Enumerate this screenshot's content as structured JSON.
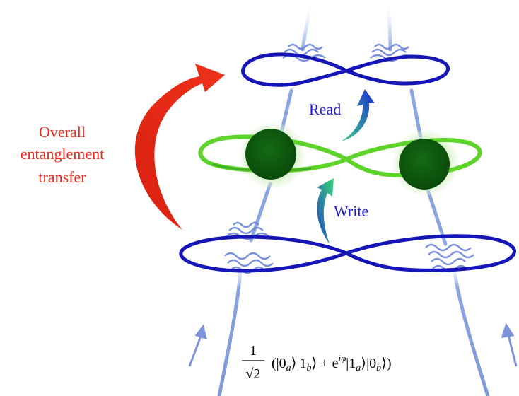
{
  "labels": {
    "overall_line1": "Overall",
    "overall_line2": "entanglement",
    "overall_line3": "transfer",
    "read": "Read",
    "write": "Write"
  },
  "formula": {
    "prefactor_numerator": "1",
    "prefactor_denominator": "√2",
    "state": "(|0a⟩|1b⟩ + e^{iφ}|1a⟩|0b⟩)"
  },
  "colors": {
    "transfer_arrow": "#e8281a",
    "photon_loop": "#1515b8",
    "atom_loop": "#5ed32a",
    "atom_core": "#0e5c0e",
    "beam": "#8aa6e0",
    "text_blue": "#1c1ad0"
  }
}
